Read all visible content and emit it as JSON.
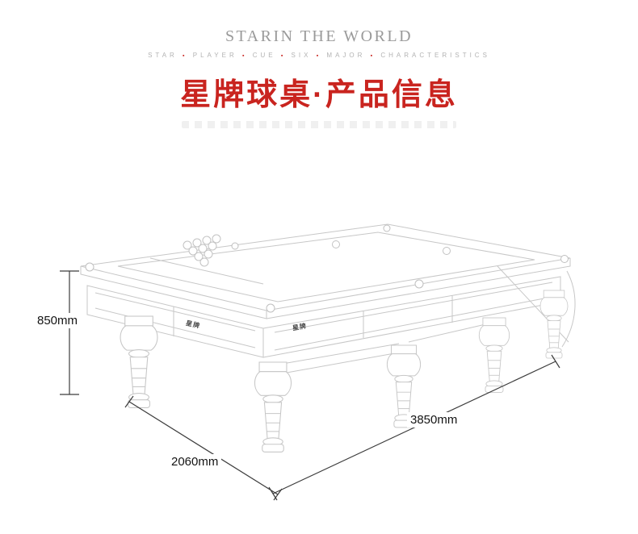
{
  "header": {
    "brand_line": "STARIN THE WORLD",
    "subtitle_words": [
      "STAR",
      "PLAYER",
      "CUE",
      "SIX",
      "MAJOR",
      "CHARACTERISTICS"
    ],
    "subtitle_separator": "▪",
    "title": "星牌球桌·产品信息"
  },
  "diagram": {
    "table_logo": "星牌",
    "dimensions": {
      "height": "850mm",
      "length": "3850mm",
      "width": "2060mm"
    }
  },
  "colors": {
    "accent_red": "#c9241f",
    "sketch_gray": "#c7c7c7",
    "dimension_gray": "#3c3c3c"
  }
}
